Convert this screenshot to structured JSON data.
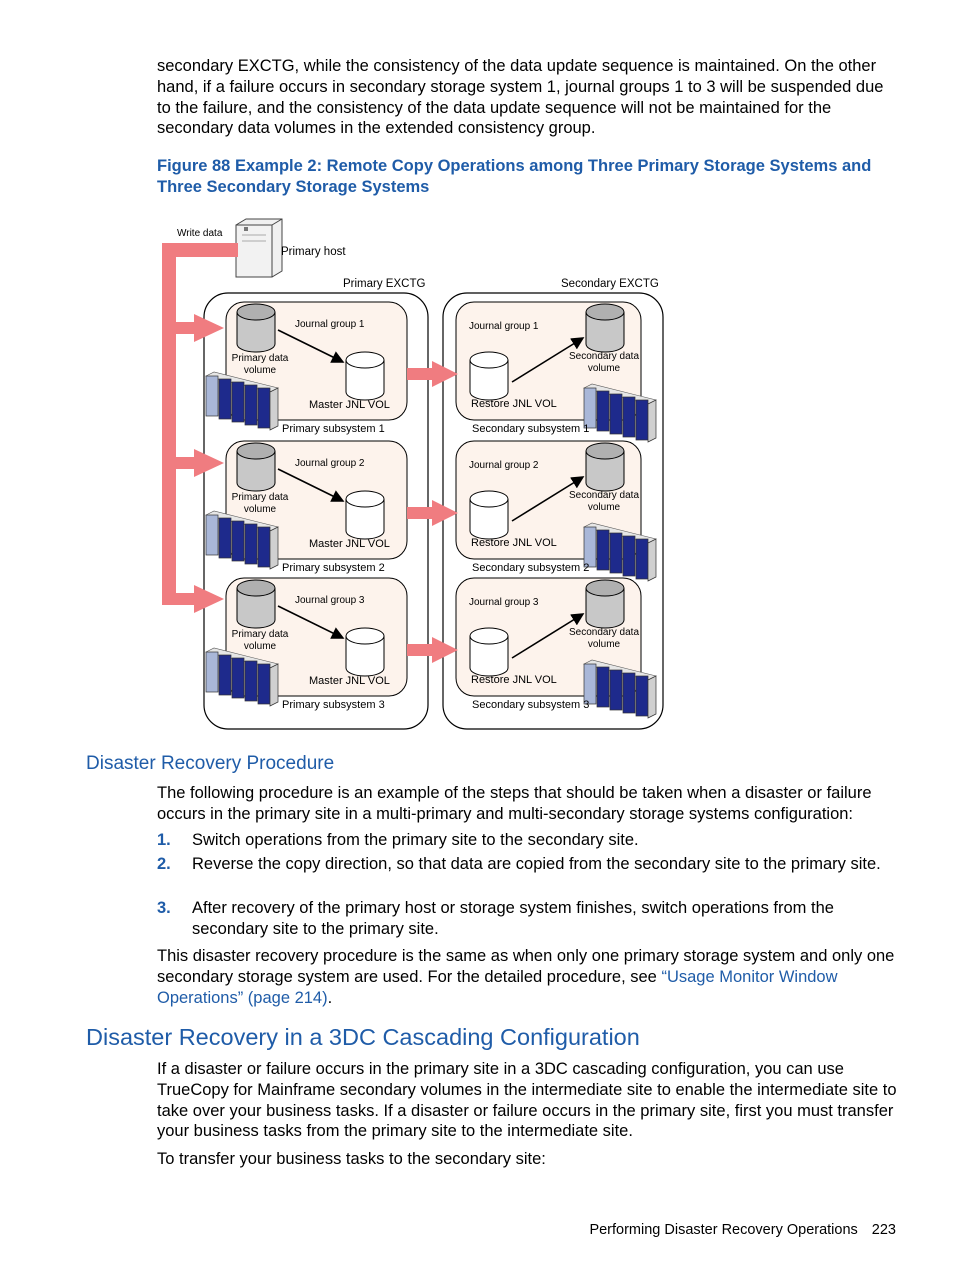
{
  "intro_paragraph": "secondary EXCTG, while the consistency of the data update sequence is maintained. On the other hand, if a failure occurs in secondary storage system 1, journal groups 1 to 3 will be suspended due to the failure, and the consistency of the data update sequence will not be maintained for the secondary data volumes in the extended consistency group.",
  "figure": {
    "caption": "Figure 88 Example 2: Remote Copy Operations among Three Primary Storage Systems and Three Secondary Storage Systems",
    "write_data": "Write data",
    "primary_host": "Primary host",
    "primary_exctg": "Primary  EXCTG",
    "secondary_exctg": "Secondary  EXCTG",
    "primary_data_volume": "Primary data volume",
    "secondary_data_volume": "Secondary data volume",
    "master_jnl_vol": "Master JNL VOL",
    "restore_jnl_vol": "Restore JNL VOL",
    "journal_groups": [
      "Journal group 1",
      "Journal group 2",
      "Journal group 3"
    ],
    "primary_subsystems": [
      "Primary subsystem 1",
      "Primary subsystem 2",
      "Primary subsystem 3"
    ],
    "secondary_subsystems": [
      "Secondary subsystem 1",
      "Secondary subsystem 2",
      "Secondary subsystem 3"
    ],
    "colors": {
      "arrow": "#f07c80",
      "box_border": "#000000",
      "box_fill": "#fdf3ec"
    }
  },
  "section1": {
    "heading": "Disaster Recovery Procedure",
    "intro": "The following procedure is an example of the steps that should be taken when a disaster or failure occurs in the primary site in a multi-primary and multi-secondary storage systems configuration:",
    "steps": [
      {
        "num": "1.",
        "text": "Switch operations from the primary site to the secondary site."
      },
      {
        "num": "2.",
        "text": "Reverse the copy direction, so that data are copied from the secondary site to the primary site."
      },
      {
        "num": "3.",
        "text": "After recovery of the primary host or storage system finishes, switch operations from the secondary site to the primary site."
      }
    ],
    "closing_text": "This disaster recovery procedure is the same as when only one primary storage system and only one secondary storage system are used. For the detailed procedure, see ",
    "closing_link": "“Usage Monitor Window Operations” (page 214)",
    "closing_end": "."
  },
  "section2": {
    "heading": "Disaster Recovery in a 3DC Cascading Configuration",
    "para1": "If a disaster or failure occurs in the primary site in a 3DC cascading configuration, you can use TrueCopy for Mainframe secondary volumes in the intermediate site to enable the intermediate site to take over your business tasks. If a disaster or failure occurs in the primary site, first you must transfer your business tasks from the primary site to the intermediate site.",
    "para2": "To transfer your business tasks to the secondary site:"
  },
  "footer": {
    "section_title": "Performing Disaster Recovery Operations",
    "page_number": "223"
  }
}
